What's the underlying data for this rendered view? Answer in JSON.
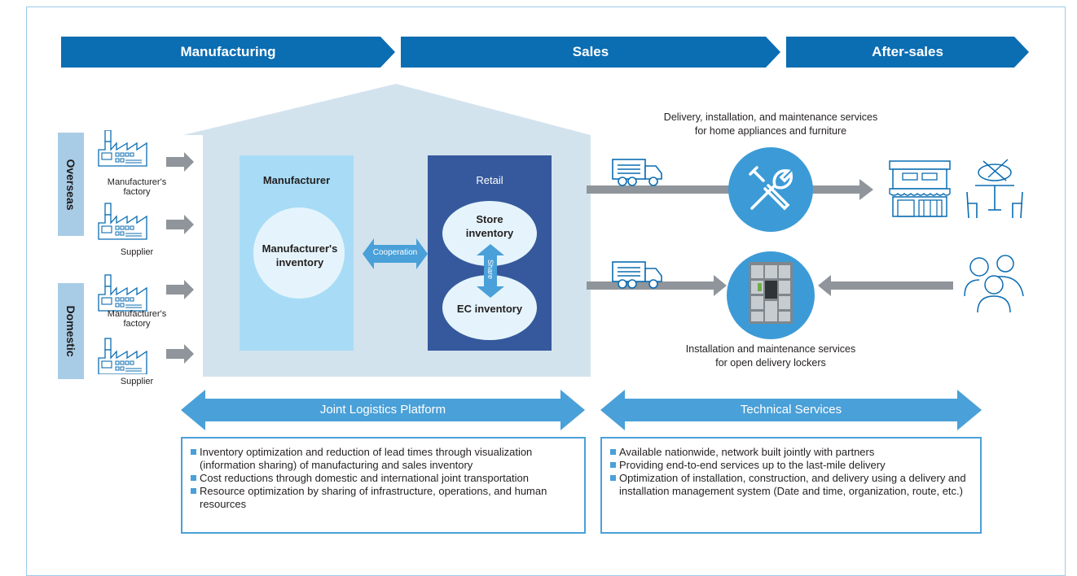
{
  "stages": [
    "Manufacturing",
    "Sales",
    "After-sales"
  ],
  "regions": {
    "overseas": "Overseas",
    "domestic": "Domestic"
  },
  "sources": [
    {
      "label": "Manufacturer's\nfactory",
      "icon": "factory-icon"
    },
    {
      "label": "Supplier",
      "icon": "factory-icon"
    },
    {
      "label": "Manufacturer's\nfactory",
      "icon": "factory-icon"
    },
    {
      "label": "Supplier",
      "icon": "factory-icon"
    }
  ],
  "manufacturer": {
    "title": "Manufacturer",
    "inventory": "Manufacturer's\ninventory"
  },
  "cooperation": "Cooperation",
  "retail": {
    "title": "Retail",
    "store_inventory": "Store\ninventory",
    "ec_inventory": "EC inventory",
    "share": "Share"
  },
  "services": {
    "top": "Delivery, installation, and maintenance services\nfor home appliances and furniture",
    "bottom": "Installation and maintenance services\nfor open delivery lockers"
  },
  "platforms": {
    "logistics": "Joint Logistics Platform",
    "technical": "Technical Services"
  },
  "logistics_points": [
    "Inventory optimization and reduction of lead times through visualization (information sharing) of manufacturing and sales inventory",
    "Cost reductions through domestic and international joint transportation",
    "Resource optimization by sharing of infrastructure, operations, and human resources"
  ],
  "technical_points": [
    "Available nationwide, network built jointly with partners",
    "Providing end-to-end services up to the last-mile delivery",
    "Optimization of installation, construction, and delivery using a delivery and installation management system (Date and time, organization, route, etc.)"
  ],
  "colors": {
    "dark_blue": "#0b6db2",
    "light_blue": "#4aa0d8",
    "house": "#d3e3ee",
    "manufacturer_box": "#a8dcf6",
    "retail_box": "#35599c",
    "arrow_gray": "#8f959a"
  }
}
